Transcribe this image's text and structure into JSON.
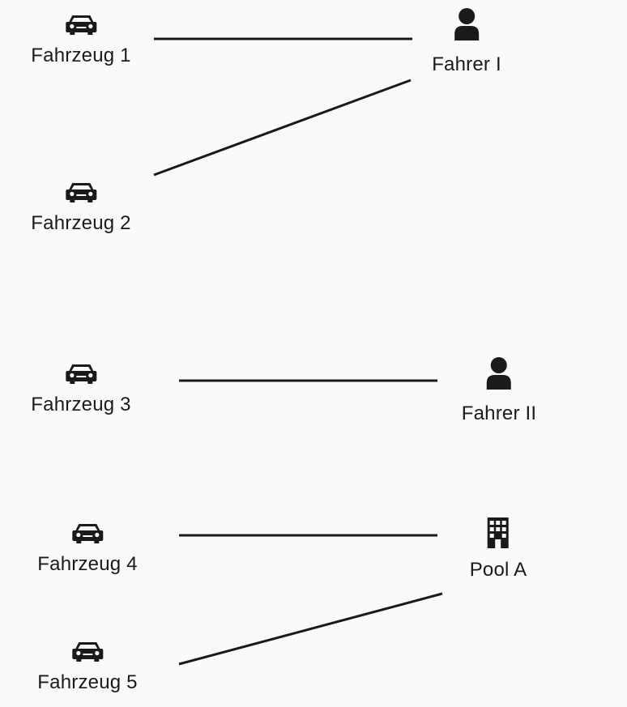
{
  "colors": {
    "background": "#fafafa",
    "ink": "#1a1a1a"
  },
  "vehicles": [
    {
      "label": "Fahrzeug 1",
      "icon": "car-icon"
    },
    {
      "label": "Fahrzeug 2",
      "icon": "car-icon"
    },
    {
      "label": "Fahrzeug 3",
      "icon": "car-icon"
    },
    {
      "label": "Fahrzeug 4",
      "icon": "car-icon"
    },
    {
      "label": "Fahrzeug 5",
      "icon": "car-icon"
    }
  ],
  "targets": [
    {
      "label": "Fahrer I",
      "icon": "person-icon"
    },
    {
      "label": "Fahrer II",
      "icon": "person-icon"
    },
    {
      "label": "Pool A",
      "icon": "building-icon"
    }
  ],
  "links": [
    {
      "from": "Fahrzeug 1",
      "to": "Fahrer I"
    },
    {
      "from": "Fahrzeug 2",
      "to": "Fahrer I"
    },
    {
      "from": "Fahrzeug 3",
      "to": "Fahrer II"
    },
    {
      "from": "Fahrzeug 4",
      "to": "Pool A"
    },
    {
      "from": "Fahrzeug 5",
      "to": "Pool A"
    }
  ]
}
